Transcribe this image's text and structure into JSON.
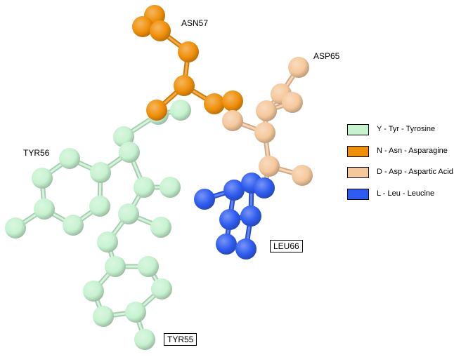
{
  "residues": [
    {
      "id": "tyr",
      "code": "Y",
      "abbr": "Tyr",
      "name": "Tyrosine",
      "color": "#c6f2d0"
    },
    {
      "id": "asn",
      "code": "N",
      "abbr": "Asn",
      "name": "Asparagine",
      "color": "#f0900a"
    },
    {
      "id": "asp",
      "code": "D",
      "abbr": "Asp",
      "name": "Aspartic Acid",
      "color": "#f5c89c"
    },
    {
      "id": "leu",
      "code": "L",
      "abbr": "Leu",
      "name": "Leucine",
      "color": "#2f5cf0"
    }
  ],
  "legend": [
    {
      "label": "Y - Tyr - Tyrosine",
      "color": "#c6f2d0"
    },
    {
      "label": "N - Asn - Asparagine",
      "color": "#f0900a"
    },
    {
      "label": "D - Asp - Aspartic Acid",
      "color": "#f5c89c"
    },
    {
      "label": "L - Leu - Leucine",
      "color": "#2f5cf0"
    }
  ],
  "labels": {
    "asn57": "ASN57",
    "asp65": "ASP65",
    "tyr56": "TYR56",
    "leu66": "LEU66",
    "tyr55": "TYR55"
  }
}
